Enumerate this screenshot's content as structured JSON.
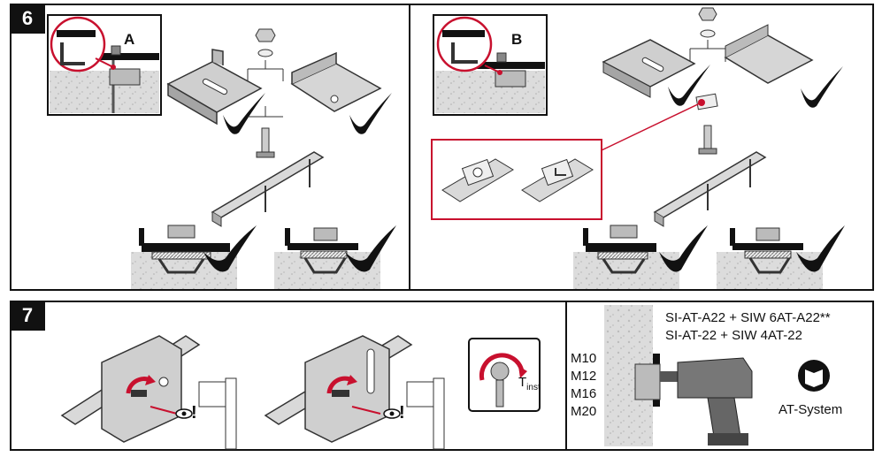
{
  "steps": {
    "six": {
      "number": "6"
    },
    "seven": {
      "number": "7"
    }
  },
  "detail_labels": {
    "a": "A",
    "b": "B"
  },
  "torque": {
    "symbol": "T",
    "subscript": "inst"
  },
  "anchor_sizes": [
    "M10",
    "M12",
    "M16",
    "M20"
  ],
  "product_lines": [
    "SI-AT-A22 + SIW 6AT-A22**",
    "SI-AT-22 + SIW 4AT-22"
  ],
  "system_label": "AT-System",
  "warning_mark": "!",
  "colors": {
    "accent_red": "#c8102e",
    "concrete": "#d9d9d9",
    "metal": "#c9c9c9",
    "ink": "#111111"
  }
}
